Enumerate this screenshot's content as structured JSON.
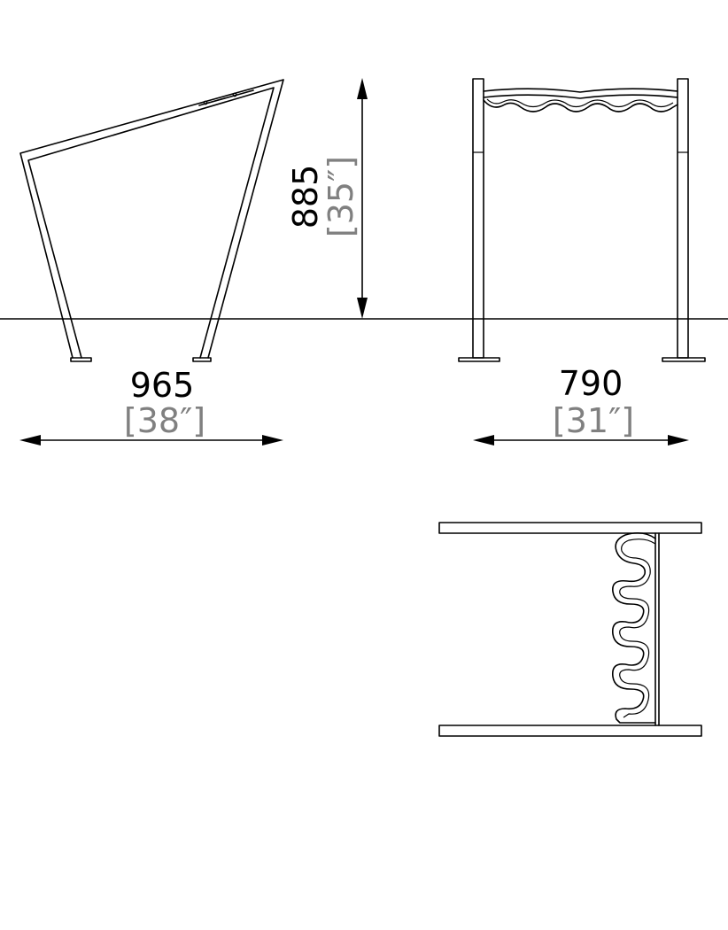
{
  "dimensions": {
    "width_side": {
      "mm": "965",
      "inch": "[38″]"
    },
    "width_front": {
      "mm": "790",
      "inch": "[31″]"
    },
    "height": {
      "mm": "885",
      "inch": "[35″]"
    }
  },
  "colors": {
    "line": "#000000",
    "imperial_text": "#808080",
    "background": "#ffffff"
  }
}
